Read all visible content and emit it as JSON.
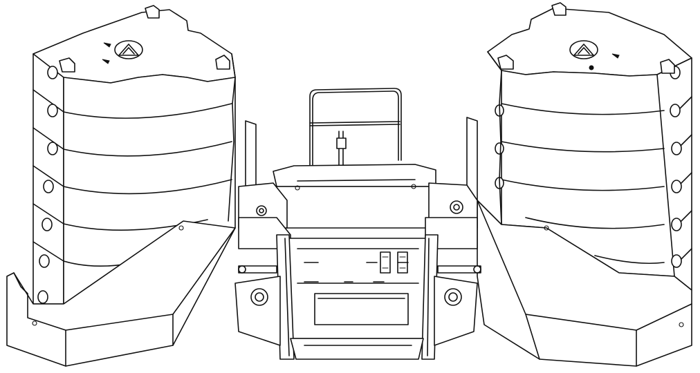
{
  "colors": {
    "line": "#111111",
    "background": "#ffffff"
  },
  "figure": {
    "components": [
      "left-speaker-stack",
      "center-rigging-frame",
      "right-speaker-stack"
    ],
    "icons": [
      "triangle-logo-icon",
      "triangle-logo-icon"
    ]
  }
}
